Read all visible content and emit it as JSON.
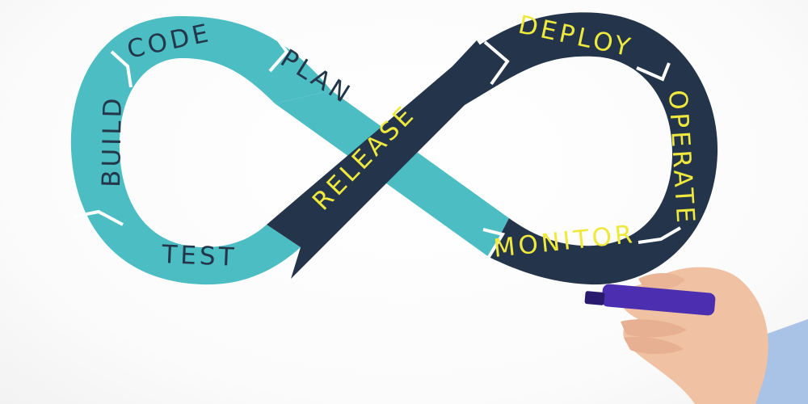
{
  "diagram": {
    "stages_left": [
      {
        "key": "plan",
        "label": "PLAN"
      },
      {
        "key": "code",
        "label": "CODE"
      },
      {
        "key": "build",
        "label": "BUILD"
      },
      {
        "key": "test",
        "label": "TEST"
      }
    ],
    "stages_right": [
      {
        "key": "release",
        "label": "RELEASE"
      },
      {
        "key": "deploy",
        "label": "DEPLOY"
      },
      {
        "key": "operate",
        "label": "OPERATE"
      },
      {
        "key": "monitor",
        "label": "MONITOR"
      }
    ],
    "colors": {
      "left_loop": "#4cbdc3",
      "right_loop": "#24344a",
      "left_text": "#23364a",
      "right_text": "#efe93e",
      "separator": "#ffffff",
      "marker_body": "#4b2fb0",
      "skin": "#f0c2a3",
      "sleeve": "#a9c3e6"
    },
    "illustration": {
      "hand": "hand-holding-marker",
      "marker": "purple-marker"
    }
  }
}
